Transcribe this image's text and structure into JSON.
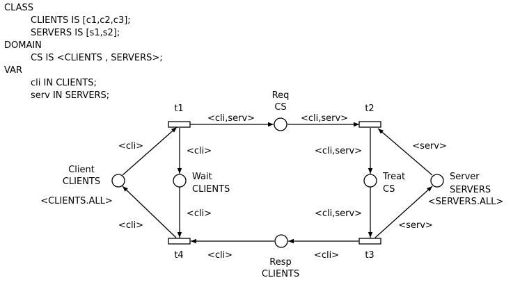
{
  "declarations": {
    "class_kw": "CLASS",
    "clients_decl": "CLIENTS IS [c1,c2,c3];",
    "servers_decl": "SERVERS IS [s1,s2];",
    "domain_kw": "DOMAIN",
    "cs_decl": "CS IS <CLIENTS , SERVERS>;",
    "var_kw": "VAR",
    "cli_decl": "cli IN CLIENTS;",
    "serv_decl": "serv IN SERVERS;"
  },
  "transitions": {
    "t1": "t1",
    "t2": "t2",
    "t3": "t3",
    "t4": "t4"
  },
  "places": {
    "client": {
      "name": "Client",
      "domain": "CLIENTS",
      "marking": "<CLIENTS.ALL>"
    },
    "wait": {
      "name": "Wait",
      "domain": "CLIENTS"
    },
    "reqcs": {
      "name": "Req",
      "domain": "CS"
    },
    "treat": {
      "name": "Treat",
      "domain": "CS"
    },
    "server": {
      "name": "Server",
      "domain": "SERVERS",
      "marking": "<SERVERS.ALL>"
    },
    "resp": {
      "name": "Resp",
      "domain": "CLIENTS"
    }
  },
  "arc_labels": {
    "client_t1": "<cli>",
    "t1_wait": "<cli>",
    "t1_req": "<cli,serv>",
    "req_t2": "<cli,serv>",
    "t2_treat": "<cli,serv>",
    "server_t2": "<serv>",
    "treat_t3": "<cli,serv>",
    "t3_server": "<serv>",
    "t3_resp": "<cli>",
    "resp_t4": "<cli>",
    "wait_t4": "<cli>",
    "t4_client": "<cli>"
  }
}
